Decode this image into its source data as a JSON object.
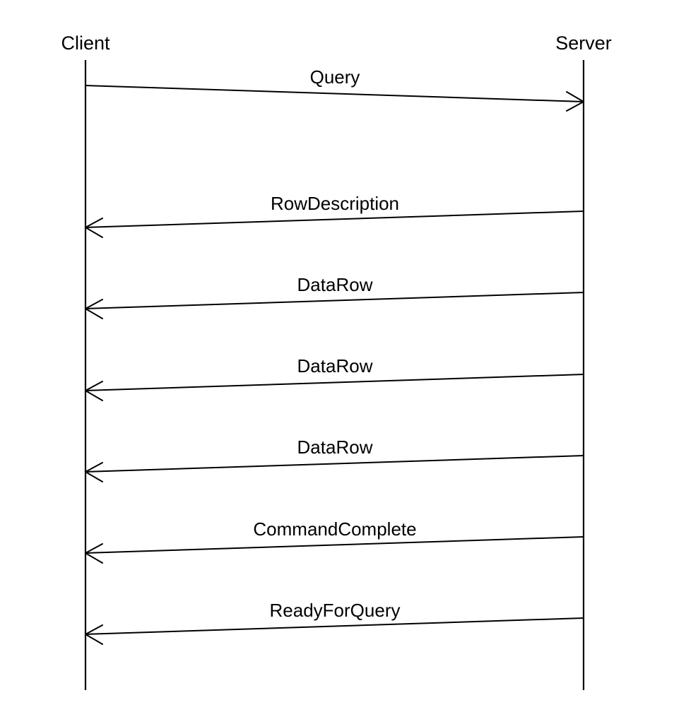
{
  "participants": {
    "client": "Client",
    "server": "Server"
  },
  "messages": [
    {
      "label": "Query",
      "from": "client",
      "to": "server"
    },
    {
      "label": "RowDescription",
      "from": "server",
      "to": "client"
    },
    {
      "label": "DataRow",
      "from": "server",
      "to": "client"
    },
    {
      "label": "DataRow",
      "from": "server",
      "to": "client"
    },
    {
      "label": "DataRow",
      "from": "server",
      "to": "client"
    },
    {
      "label": "CommandComplete",
      "from": "server",
      "to": "client"
    },
    {
      "label": "ReadyForQuery",
      "from": "server",
      "to": "client"
    }
  ],
  "colors": {
    "stroke": "#000000",
    "background": "#ffffff"
  }
}
